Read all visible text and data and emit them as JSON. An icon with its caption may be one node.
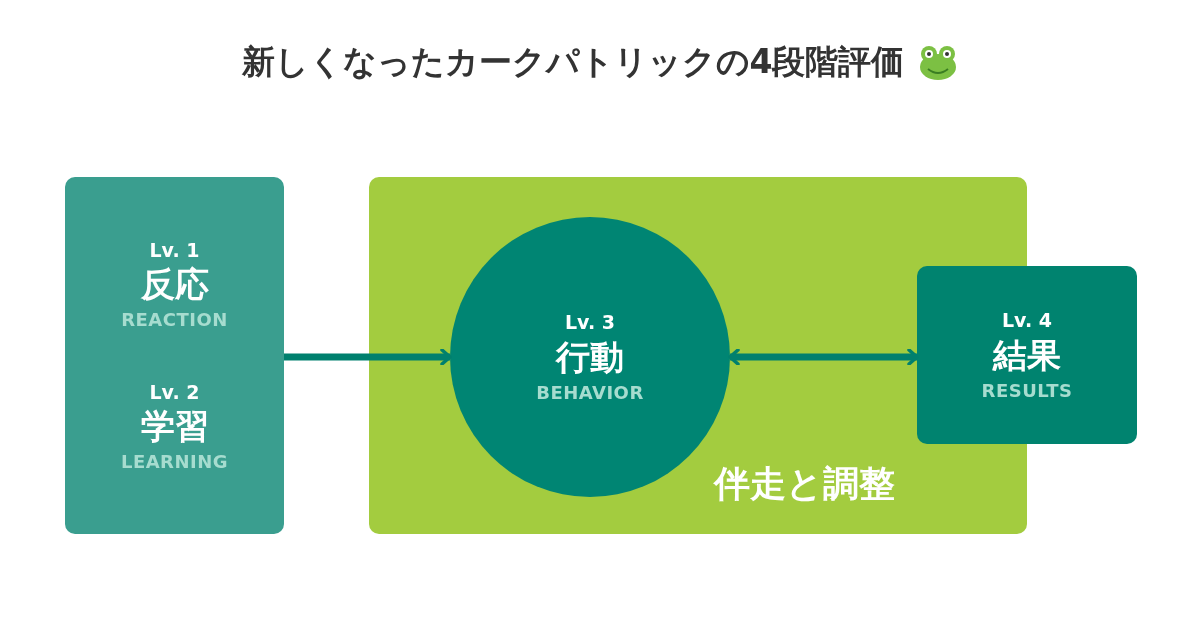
{
  "diagram": {
    "title": "新しくなったカークパトリックの4段階評価",
    "nodes": [
      {
        "text": [
          "Lv. 1",
          "反応",
          "REACTION",
          "Lv. 2",
          "学習",
          "LEARNING"
        ]
      },
      {
        "text": [
          "伴走と調整"
        ]
      },
      {
        "text": [
          "Lv. 3",
          "行動",
          "BEHAVIOR"
        ],
        "in": 1
      },
      {
        "text": [
          "Lv. 4",
          "結果",
          "RESULTS"
        ]
      }
    ],
    "edges": [
      {
        "from": 0,
        "to": 2,
        "arrow": "to"
      },
      {
        "from": 2,
        "to": 3,
        "arrow": "both"
      }
    ]
  }
}
